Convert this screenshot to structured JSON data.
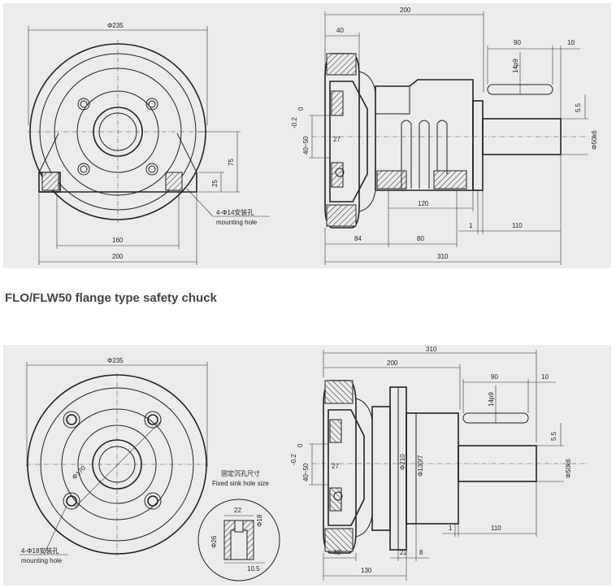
{
  "caption": "FLO/FLW50 flange type safety chuck",
  "top": {
    "front": {
      "dia_outer": "Φ235",
      "dim_75": "75",
      "dim_25": "25",
      "dim_160": "160",
      "dim_200": "200",
      "hole_note_cn": "4-Φ14安装孔",
      "hole_note_en": "mounting hole"
    },
    "side": {
      "dim_200": "200",
      "dim_40": "40",
      "dim_90": "90",
      "dim_10": "10",
      "dim_14p9": "14p9",
      "dim_5_5": "5.5",
      "dim_50k6": "Φ50k6",
      "tol": "-0.2",
      "tol0": "0",
      "dim_40_50": "40~50",
      "dim_27": "27",
      "dim_120": "120",
      "dim_1": "1",
      "dim_110": "110",
      "dim_84": "84",
      "dim_80": "80",
      "dim_310": "310"
    }
  },
  "bottom": {
    "front": {
      "dia_outer": "Φ235",
      "dia_170": "Φ170",
      "sink_title_cn": "固定沉孔尺寸",
      "sink_title_en": "Fixed sink hole size",
      "dim_22": "22",
      "dim_18": "Φ18",
      "dim_26": "Φ26",
      "dim_10_5": "10.5",
      "hole_note_cn": "4-Φ18安装孔",
      "hole_note_en": "mounting hole"
    },
    "side": {
      "dim_310": "310",
      "dim_200": "200",
      "dim_90": "90",
      "dim_10": "10",
      "dim_14p9": "14p9",
      "dim_5_5": "5.5",
      "dim_50k6": "Φ50k6",
      "tol": "-0.2",
      "tol0": "0",
      "dim_40_50": "40~50",
      "dim_27": "27",
      "dim_210": "Φ210",
      "dim_130f7": "Φ130f7",
      "dim_1": "1",
      "dim_110": "110",
      "dim_40": "40",
      "dim_22": "22",
      "dim_8": "8",
      "dim_130": "130"
    }
  }
}
